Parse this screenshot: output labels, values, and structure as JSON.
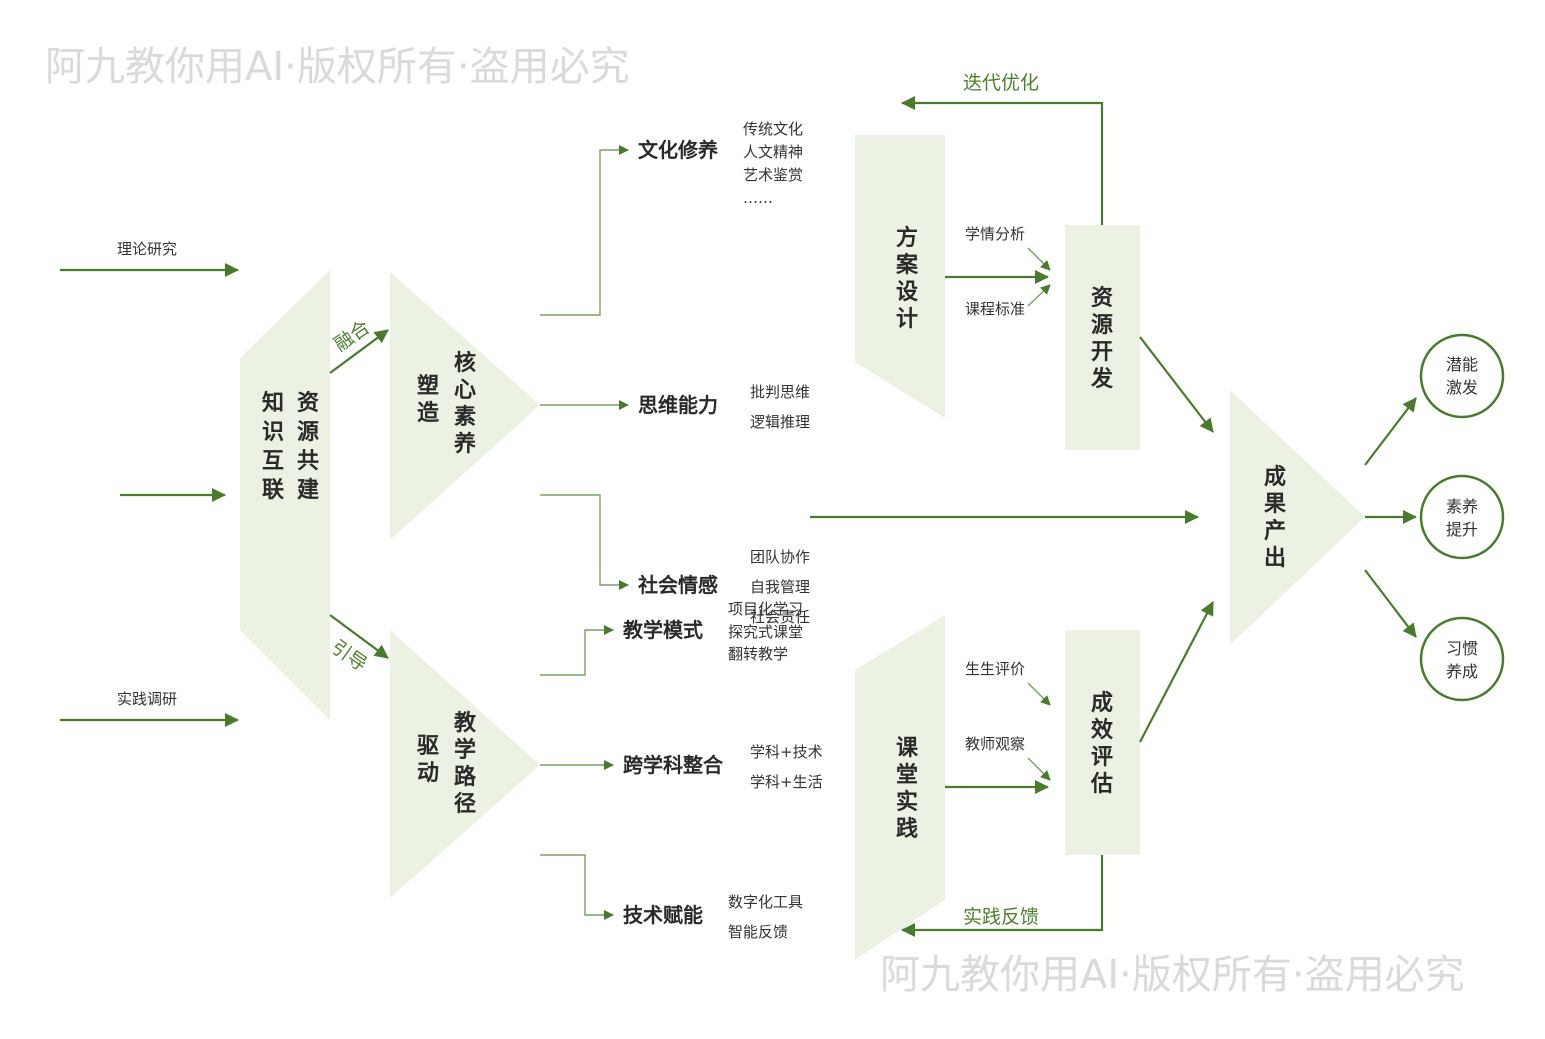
{
  "watermark": "阿九教你用AI·版权所有·盗用必究",
  "inputs": {
    "theory": "理论研究",
    "practice": "实践调研"
  },
  "hexagon": {
    "col_right": "资源共建",
    "col_left": "知识互联"
  },
  "connectors": {
    "fuse": "融合",
    "guide": "引导"
  },
  "triangles": {
    "core": {
      "main": "核心素养",
      "sub": "塑造"
    },
    "path": {
      "main": "教学路径",
      "sub": "驱动"
    }
  },
  "branches": {
    "culture": {
      "title": "文化修养",
      "items": [
        "传统文化",
        "人文精神",
        "艺术鉴赏",
        "……"
      ]
    },
    "thinking": {
      "title": "思维能力",
      "items": [
        "批判思维",
        "逻辑推理"
      ]
    },
    "social": {
      "title": "社会情感",
      "items": [
        "团队协作",
        "自我管理",
        "社会责任"
      ]
    },
    "mode": {
      "title": "教学模式",
      "items": [
        "项目化学习",
        "探究式课堂",
        "翻转教学"
      ]
    },
    "cross": {
      "title": "跨学科整合",
      "items": [
        "学科+技术",
        "学科+生活"
      ]
    },
    "tech": {
      "title": "技术赋能",
      "items": [
        "数字化工具",
        "智能反馈"
      ]
    }
  },
  "stages": {
    "plan": "方案设计",
    "resource": "资源开发",
    "classroom": "课堂实践",
    "effect": "成效评估",
    "output": "成果产出"
  },
  "small_labels": {
    "learning_analysis": "学情分析",
    "curriculum_standard": "课程标准",
    "peer_eval": "生生评价",
    "teacher_obs": "教师观察"
  },
  "feedback": {
    "iterate": "迭代优化",
    "practice_feedback": "实践反馈"
  },
  "outcomes": [
    {
      "line1": "潜能",
      "line2": "激发"
    },
    {
      "line1": "素养",
      "line2": "提升"
    },
    {
      "line1": "习惯",
      "line2": "养成"
    }
  ],
  "colors": {
    "accent": "#4a7a2c",
    "shape_fill": "#ebf1e3",
    "watermark": "#dadada"
  }
}
